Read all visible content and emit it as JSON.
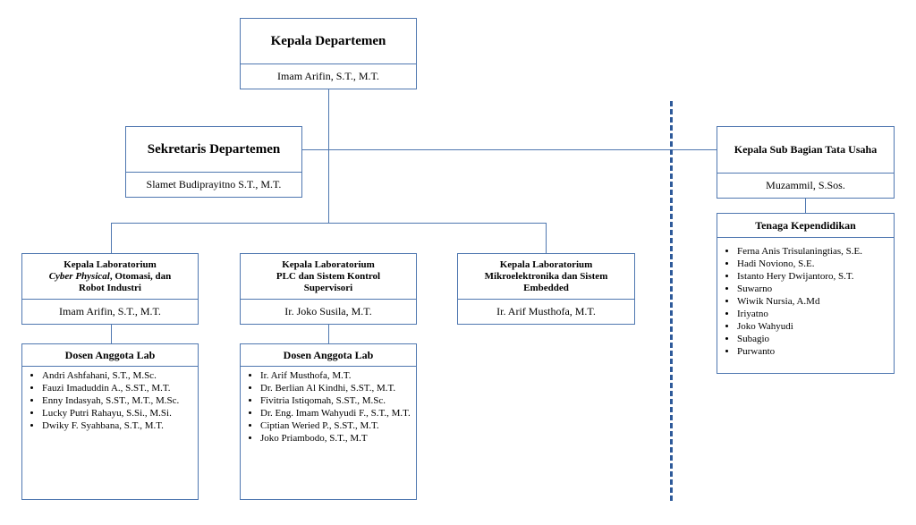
{
  "head": {
    "title": "Kepala  Departemen",
    "name": "Imam  Arifin,  S.T., M.T."
  },
  "secretary": {
    "title": "Sekretaris Departemen",
    "name": "Slamet  Budiprayitno  S.T., M.T."
  },
  "admin": {
    "title": "Kepala Sub Bagian Tata Usaha",
    "name": "Muzammil,   S.Sos."
  },
  "staff": {
    "title": "Tenaga Kependidikan",
    "items": [
      "Ferna Anis Trisulaningtias,  S.E.",
      "Hadi Noviono,  S.E.",
      "Istanto Hery Dwijantoro,  S.T.",
      "Suwarno",
      "Wiwik Nursia,  A.Md",
      "Iriyatno",
      "Joko Wahyudi",
      "Subagio",
      "Purwanto"
    ]
  },
  "labs": [
    {
      "title_lines": [
        "Kepala Laboratorium",
        "Cyber Physical",
        ", Otomasi, dan",
        "Robot Industri"
      ],
      "head": "Imam  Arifin,  S.T., M.T.",
      "members_title": "Dosen Anggota Lab",
      "members": [
        "Andri Ashfahani, S.T., M.Sc.",
        "Fauzi Imaduddin A., S.ST., M.T.",
        "Enny Indasyah, S.ST., M.T., M.Sc.",
        "Lucky Putri Rahayu, S.Si., M.Si.",
        "Dwiky F. Syahbana, S.T., M.T."
      ]
    },
    {
      "title_lines": [
        "Kepala Laboratorium",
        "PLC dan Sistem Kontrol",
        "Supervisori"
      ],
      "head": "Ir. Joko Susila,  M.T.",
      "members_title": "Dosen Anggota  Lab",
      "members": [
        "Ir. Arif Musthofa, M.T.",
        "Dr. Berlian Al Kindhi,  S.ST., M.T.",
        "Fivitria  Istiqomah, S.ST., M.Sc.",
        "Dr. Eng. Imam Wahyudi F., S.T., M.T.",
        "Ciptian  Weried P., S.ST., M.T.",
        "Joko Priambodo,  S.T., M.T"
      ]
    },
    {
      "title_lines": [
        "Kepala Laboratorium",
        "Mikroelektronika dan Sistem",
        "Embedded"
      ],
      "head": "Ir. Arif  Musthofa,  M.T."
    }
  ]
}
